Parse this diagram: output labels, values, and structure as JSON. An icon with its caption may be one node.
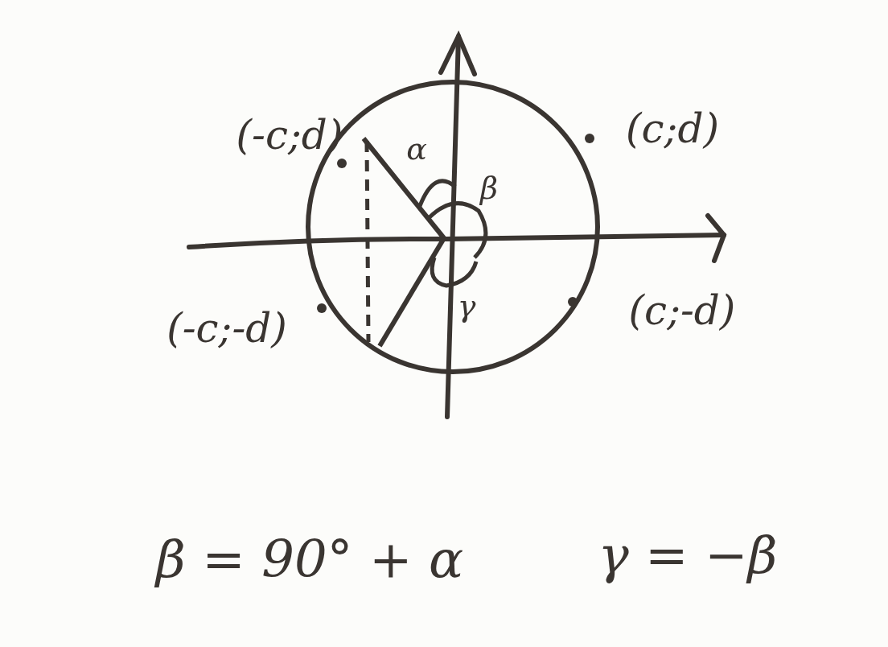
{
  "diagram": {
    "labels": [
      "(-c;d)",
      "(c;d)",
      "(-c;-d)",
      "(c;-d)",
      "α",
      "β",
      "γ",
      "β = 90° + α",
      "γ = −β"
    ]
  }
}
